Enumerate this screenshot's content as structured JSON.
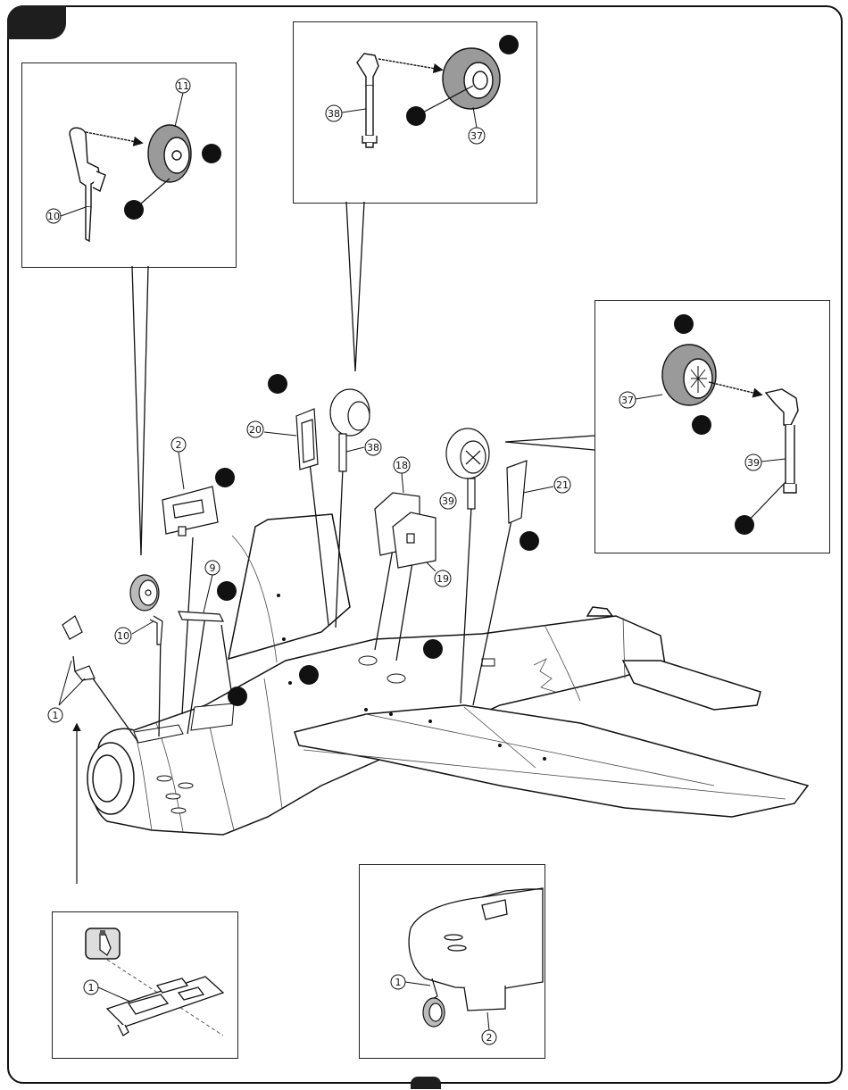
{
  "colors": {
    "ink": "#111111",
    "tire": "#9a9a9a",
    "paper": "#ffffff",
    "accent": "#1e1e1e"
  },
  "icons": {
    "cut_tool": "knife-icon",
    "glue_marker": "black-dot-icon"
  },
  "labels": {
    "p1": "1",
    "p2": "2",
    "p9": "9",
    "p10": "10",
    "p11": "11",
    "p18": "18",
    "p19": "19",
    "p20": "20",
    "p21": "21",
    "p37": "37",
    "p38": "38",
    "p39": "39"
  }
}
